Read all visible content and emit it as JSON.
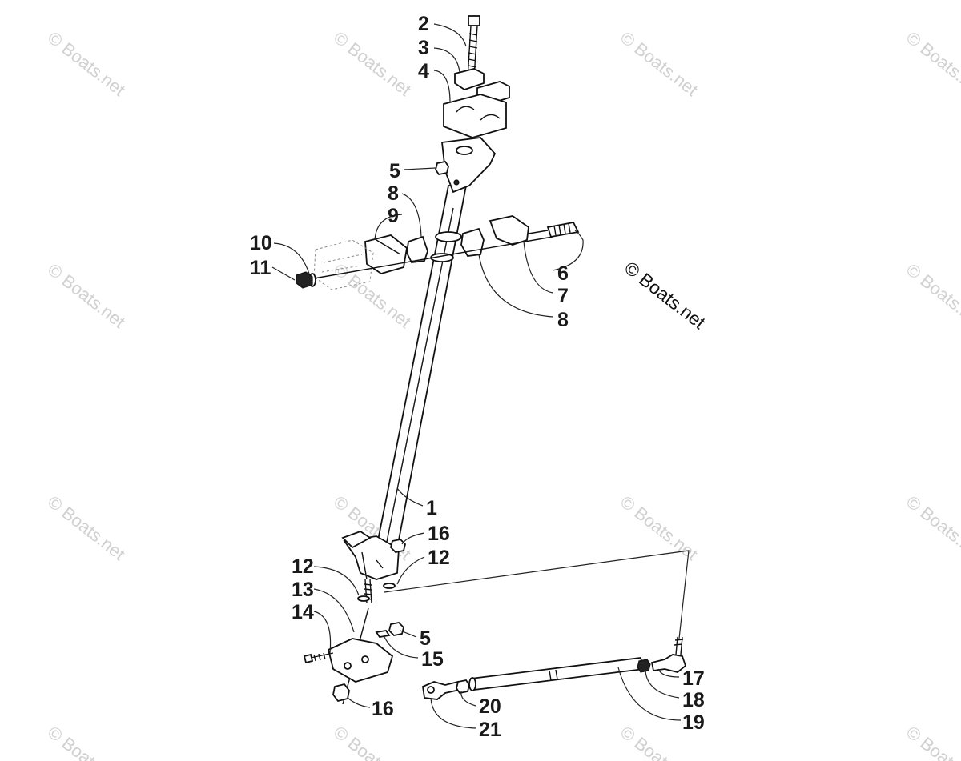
{
  "watermark": {
    "text": "© Boats.net",
    "prominent_text": "© Boats.net"
  },
  "callouts": [
    "1",
    "2",
    "3",
    "4",
    "5",
    "6",
    "7",
    "8",
    "9",
    "10",
    "11",
    "12",
    "13",
    "14",
    "15",
    "16",
    "17",
    "18",
    "19",
    "20",
    "21"
  ],
  "colors": {
    "line": "#111111",
    "watermark": "#d0d0d0"
  }
}
